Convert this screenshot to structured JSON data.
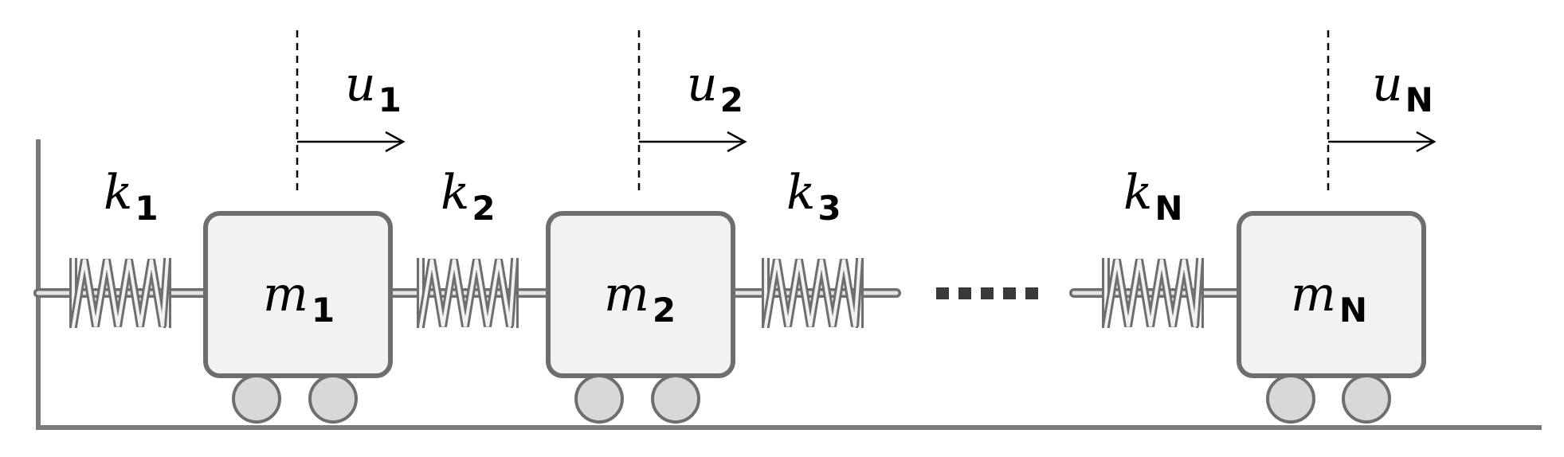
{
  "diagram": {
    "springs": [
      {
        "symbol": "k",
        "subscript": "1"
      },
      {
        "symbol": "k",
        "subscript": "2"
      },
      {
        "symbol": "k",
        "subscript": "3"
      },
      {
        "symbol": "k",
        "subscript": "N"
      }
    ],
    "masses": [
      {
        "symbol": "m",
        "subscript": "1"
      },
      {
        "symbol": "m",
        "subscript": "2"
      },
      {
        "symbol": "m",
        "subscript": "N"
      }
    ],
    "displacements": [
      {
        "symbol": "u",
        "subscript": "1"
      },
      {
        "symbol": "u",
        "subscript": "2"
      },
      {
        "symbol": "u",
        "subscript": "N"
      }
    ],
    "ellipsis_dot_count": 5,
    "colors": {
      "outline": "#6e6e6e",
      "mass_fill": "#f2f2f2",
      "wheel_fill": "#d8d8d8",
      "ground": "#7a7a7a",
      "text": "#000000"
    }
  }
}
